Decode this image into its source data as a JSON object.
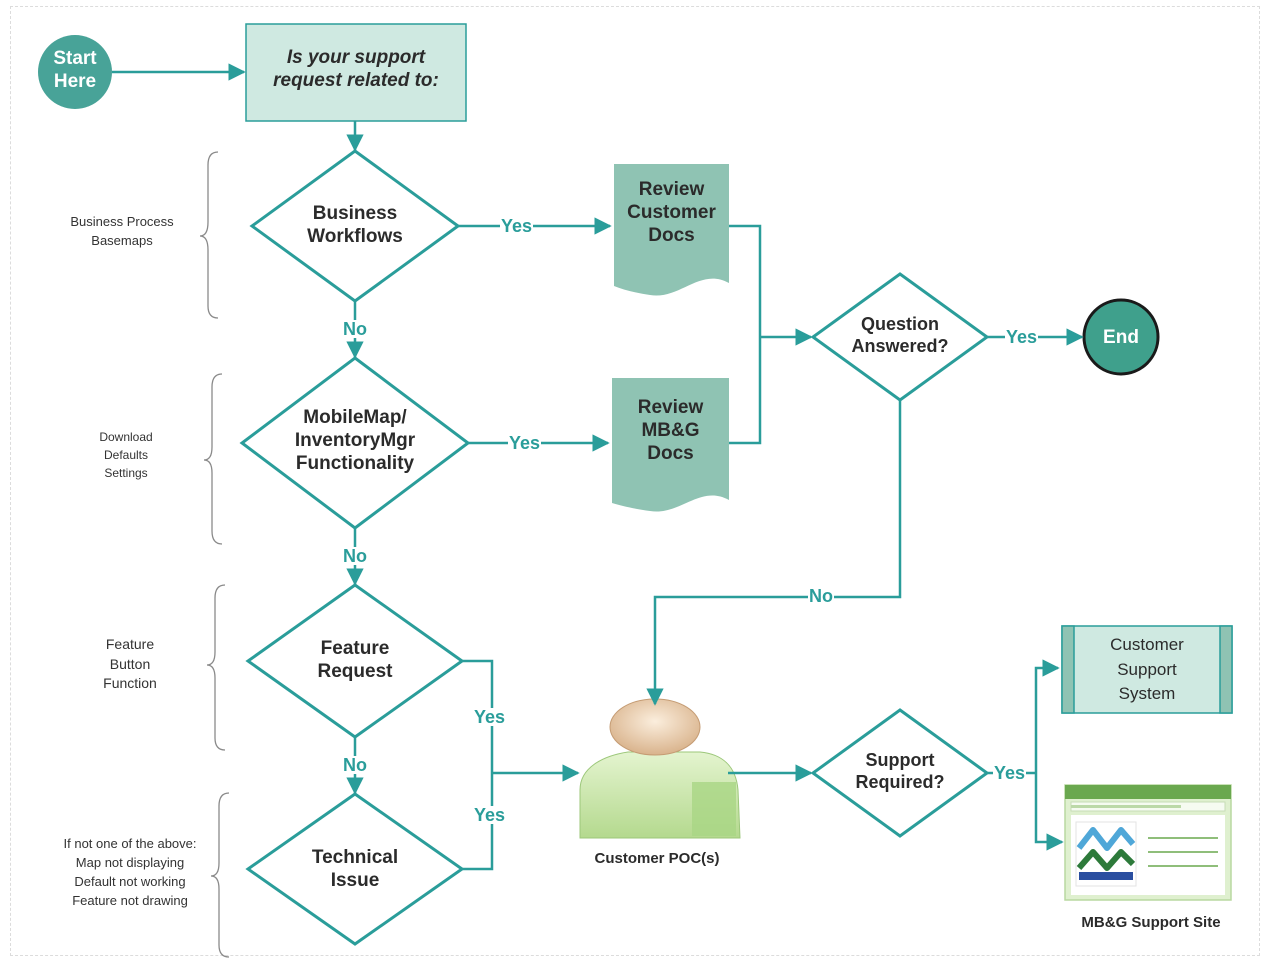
{
  "start": {
    "line1": "Start",
    "line2": "Here"
  },
  "question": {
    "line1": "Is your support",
    "line2": "request related to:"
  },
  "decisions": {
    "business": {
      "line1": "Business",
      "line2": "Workflows"
    },
    "mobile": {
      "line1": "MobileMap/",
      "line2": "InventoryMgr",
      "line3": "Functionality"
    },
    "feature": {
      "line1": "Feature",
      "line2": "Request"
    },
    "technical": {
      "line1": "Technical",
      "line2": "Issue"
    },
    "answered": {
      "line1": "Question",
      "line2": "Answered?"
    },
    "support": {
      "line1": "Support",
      "line2": "Required?"
    }
  },
  "docs": {
    "customer": {
      "line1": "Review",
      "line2": "Customer",
      "line3": "Docs"
    },
    "mbg": {
      "line1": "Review",
      "line2": "MB&G",
      "line3": "Docs"
    }
  },
  "end": "End",
  "poc_label": "Customer POC(s)",
  "support_system": {
    "line1": "Customer",
    "line2": "Support",
    "line3": "System"
  },
  "support_site_label": "MB&G Support Site",
  "edges": {
    "yes": "Yes",
    "no": "No"
  },
  "side_labels": {
    "business": {
      "line1": "Business Process",
      "line2": "Basemaps"
    },
    "mobile": {
      "line1": "Download",
      "line2": "Defaults",
      "line3": "Settings"
    },
    "feature": {
      "line1": "Feature",
      "line2": "Button",
      "line3": "Function"
    },
    "technical": {
      "line1": "If not one of the above:",
      "line2": "Map not displaying",
      "line3": "Default not working",
      "line4": "Feature not drawing"
    }
  },
  "colors": {
    "teal": "#2a9d9a",
    "box_fill": "#cfe9e1",
    "doc_fill": "#8fc3b3",
    "node_fill": "#48a398",
    "end_fill": "#3fa08c",
    "text": "#2b2b2b"
  }
}
